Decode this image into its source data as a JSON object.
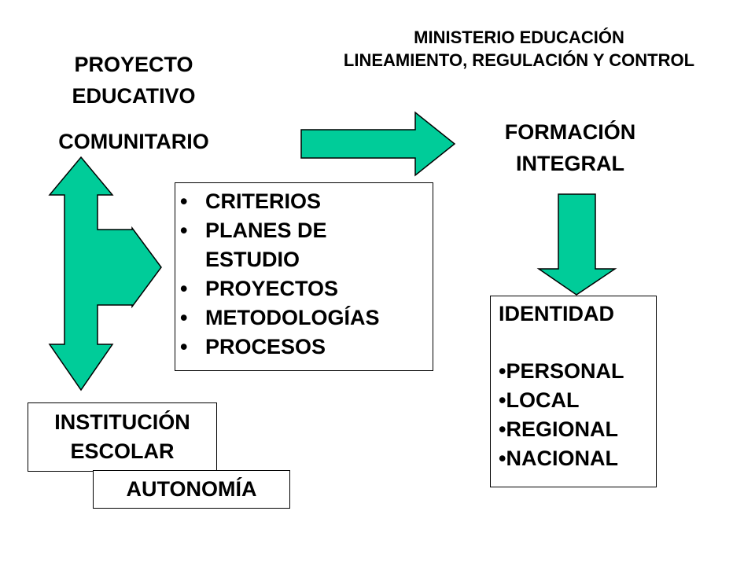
{
  "colors": {
    "arrow_fill": "#00CC99",
    "stroke": "#000000"
  },
  "ministry": {
    "line1": "MINISTERIO EDUCACIÓN",
    "line2": "LINEAMIENTO, REGULACIÓN Y CONTROL"
  },
  "project": {
    "line1": "PROYECTO",
    "line2": "EDUCATIVO",
    "line3": "COMUNITARIO"
  },
  "formation": {
    "line1": "FORMACIÓN",
    "line2": "INTEGRAL"
  },
  "components": {
    "items": [
      "CRITERIOS",
      "PLANES DE ESTUDIO",
      "PROYECTOS",
      "METODOLOGÍAS",
      "PROCESOS"
    ]
  },
  "identity": {
    "title": "IDENTIDAD",
    "items": [
      "•PERSONAL",
      "•LOCAL",
      "•REGIONAL",
      "•NACIONAL"
    ]
  },
  "institution": {
    "line1": "INSTITUCIÓN",
    "line2": "ESCOLAR"
  },
  "autonomy": {
    "label": "AUTONOMÍA"
  }
}
